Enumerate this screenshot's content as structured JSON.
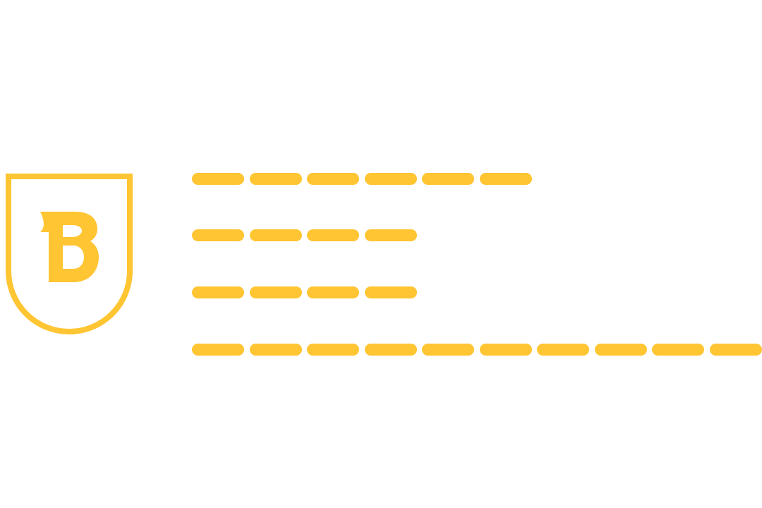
{
  "logo": {
    "icon": "shield-b-logo-icon",
    "letter": "B"
  },
  "colors": {
    "accent": "#FFC532",
    "background": "#FFFFFF"
  },
  "dash_rows": [
    {
      "dashes": 6
    },
    {
      "dashes": 4
    },
    {
      "dashes": 4
    },
    {
      "dashes": 10
    }
  ]
}
